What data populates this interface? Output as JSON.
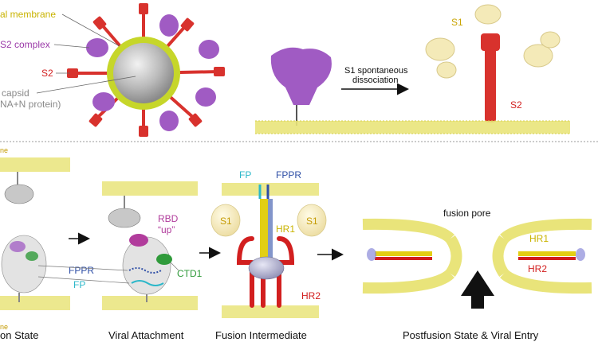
{
  "colors": {
    "membrane": "#e9e47a",
    "spike_red": "#d8322d",
    "s2_purple": "#a05bc3",
    "virion_ring": "#c6d62a",
    "capsid": "#b5b5b5",
    "s1_cream": "#f4eab8",
    "hr1_yellow": "#e3cf14",
    "hr2_red": "#d21f1f",
    "fp_cyan": "#2bb7c9",
    "fppr_blue": "#2f4fa6",
    "core_ellipse": "#a9a9c8",
    "rbd_magenta": "#b13c9c",
    "ctd1_green": "#2f9a3a"
  },
  "top_panel": {
    "labels": {
      "viral_membrane": "al membrane",
      "s2_complex": "S2 complex",
      "s2": "S2",
      "capsid_line1": "capsid",
      "capsid_line2": "NA+N protein)"
    },
    "arrow_caption_line1": "S1 spontaneous",
    "arrow_caption_line2": "dissociation",
    "s1_label": "S1",
    "s2_label": "S2"
  },
  "bottom_panel": {
    "stages": [
      {
        "label": "on State"
      },
      {
        "label": "Viral Attachment"
      },
      {
        "label": "Fusion Intermediate"
      },
      {
        "label": "Postfusion State & Viral Entry"
      }
    ],
    "labels": {
      "membrane_edge_top": "ne",
      "membrane_edge_bottom": "ne",
      "rbd_line1": "RBD",
      "rbd_line2": "“up”",
      "fppr": "FPPR",
      "fp": "FP",
      "ctd1": "CTD1",
      "fp_top": "FP",
      "fppr_top": "FPPR",
      "s1_left": "S1",
      "s1_right": "S1",
      "hr1": "HR1",
      "hr2": "HR2",
      "fusion_pore": "fusion pore",
      "hr1_post": "HR1",
      "hr2_post": "HR2"
    }
  }
}
